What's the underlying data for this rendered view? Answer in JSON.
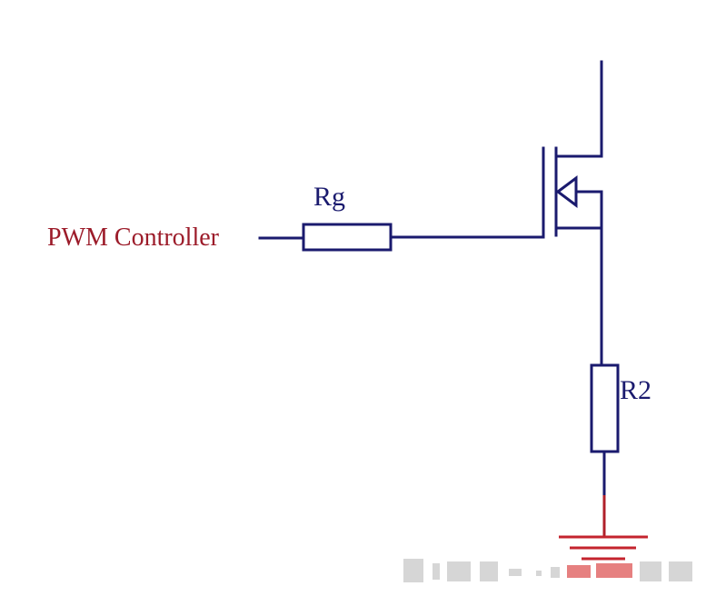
{
  "labels": {
    "source": "PWM Controller",
    "gate_resistor": "Rg",
    "source_resistor": "R2"
  },
  "colors": {
    "wire": "#1a1a6e",
    "source_label": "#9c1c2a",
    "ground": "#c4242e",
    "background": "#ffffff"
  }
}
